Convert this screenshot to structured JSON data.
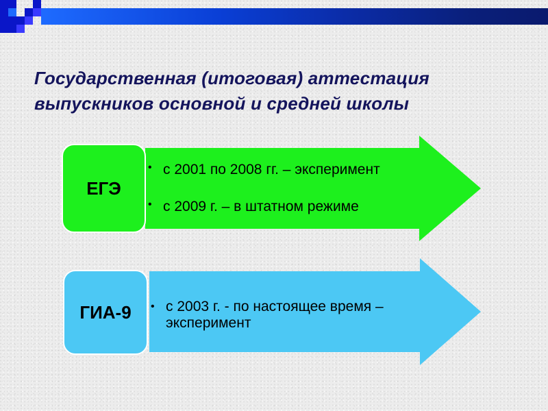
{
  "slide": {
    "title_line1": "Государственная (итоговая) аттестация",
    "title_line2": "выпускников основной и средней школы"
  },
  "colors": {
    "title": "#14145c",
    "ege_green": "#1df01d",
    "gia_blue": "#4cc8f4",
    "topbar_start": "#1e6bff",
    "topbar_end": "#0a1a6e"
  },
  "items": [
    {
      "label": "ЕГЭ",
      "color": "#1df01d",
      "bullets": [
        "с 2001 по 2008 гг. – эксперимент",
        "с 2009 г. – в штатном режиме"
      ]
    },
    {
      "label": "ГИА-9",
      "color": "#4cc8f4",
      "bullets": [
        "с 2003 г. - по настоящее время – эксперимент"
      ]
    }
  ]
}
